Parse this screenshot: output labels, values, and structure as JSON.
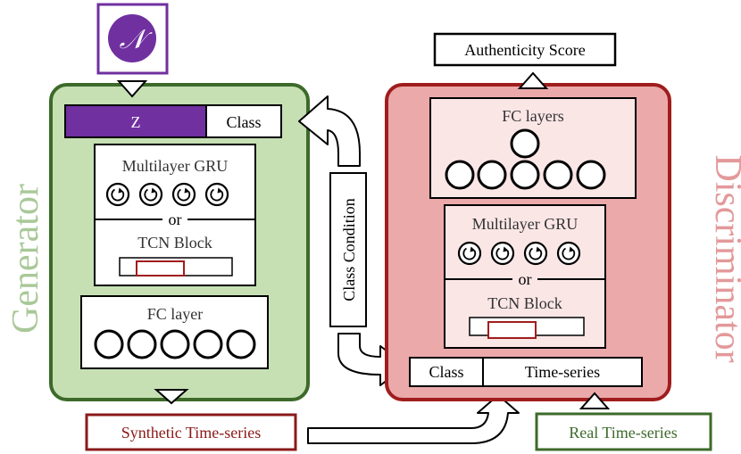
{
  "noise": {
    "symbol": "𝒩"
  },
  "generator": {
    "title": "Generator",
    "z_label": "Z",
    "class_label": "Class",
    "gru_label": "Multilayer GRU",
    "or_label": "or",
    "tcn_label": "TCN Block",
    "fc_label": "FC layer"
  },
  "discriminator": {
    "title": "Discriminator",
    "fc_label": "FC layers",
    "gru_label": "Multilayer GRU",
    "or_label": "or",
    "tcn_label": "TCN Block",
    "class_label": "Class",
    "timeseries_label": "Time-series"
  },
  "authenticity_label": "Authenticity Score",
  "class_condition_label": "Class Condition",
  "synthetic_label": "Synthetic Time-series",
  "real_label": "Real Time-series",
  "colors": {
    "generator_fill": "#c6e0b4",
    "generator_border": "#3d6a2a",
    "generator_title": "#a9c898",
    "discriminator_fill": "#eba9aa",
    "discriminator_border": "#a01d1d",
    "discriminator_title": "#e3999a",
    "purple": "#7030a0",
    "synthetic_border": "#8b1a1a",
    "real_border": "#3d6a2a",
    "inner_pink": "#fbe6e6"
  }
}
